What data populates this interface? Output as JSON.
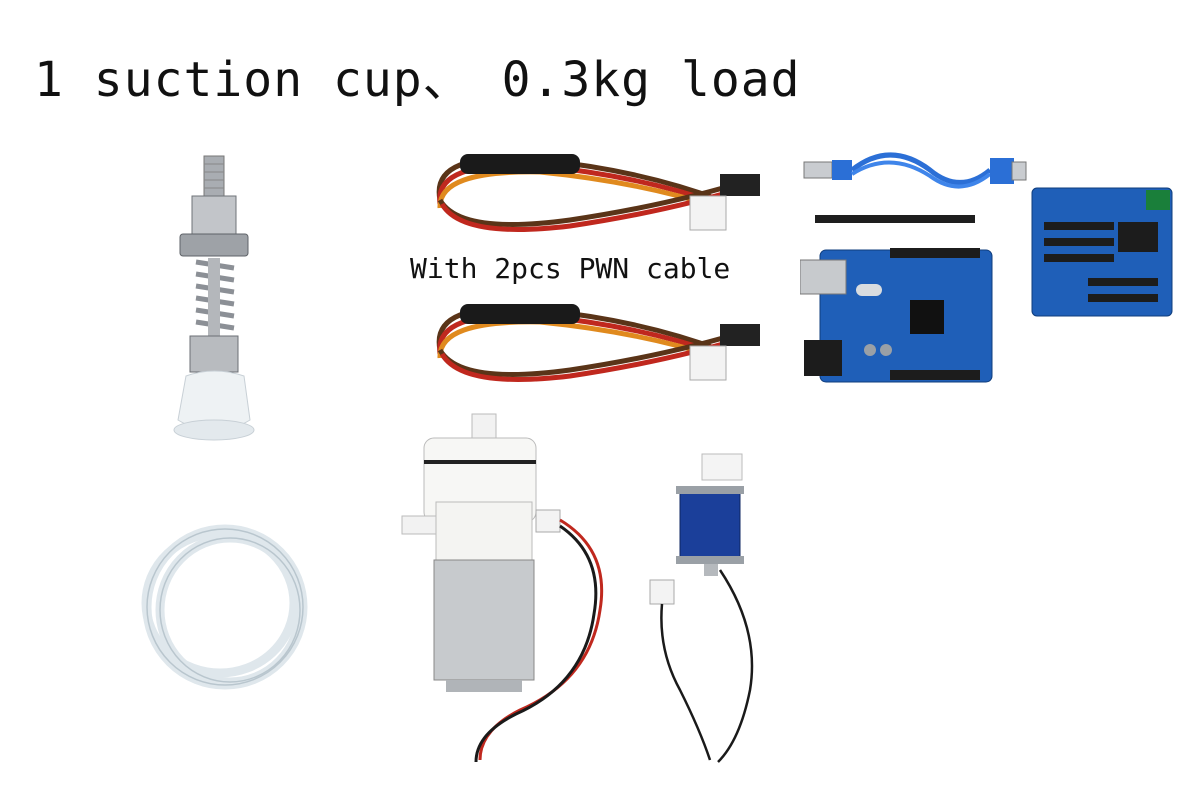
{
  "title": "1 suction cup、 0.3kg load",
  "cable_label": "With 2pcs PWN cable",
  "colors": {
    "metal": "#b9bcc0",
    "metal_dark": "#7d8187",
    "pcb_blue": "#1f5fb8",
    "cable_red": "#c0281e",
    "cable_orange": "#e08a1e",
    "cable_brown": "#5a3418",
    "usb_blue": "#2b6fd6",
    "tube_white": "#e8eef2",
    "motor_silver": "#c7cacd",
    "coil_blue": "#1b3f9a"
  },
  "items": [
    "suction-cup-fitting",
    "pwm-cable-top",
    "pwm-cable-bottom",
    "usb-cable",
    "pin-header-strip",
    "arduino-uno-board",
    "sensor-shield-board",
    "silicone-tube",
    "air-pump",
    "solenoid-valve"
  ]
}
